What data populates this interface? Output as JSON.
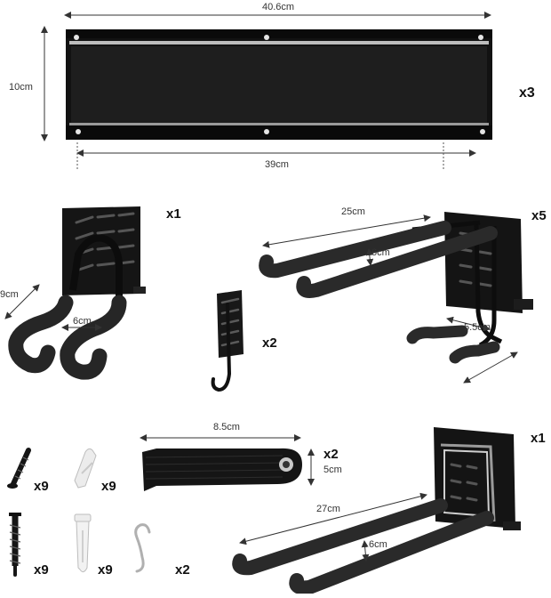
{
  "rail": {
    "width_label": "40.6cm",
    "height_label": "10cm",
    "inner_label": "39cm",
    "qty": "x3"
  },
  "double_hook": {
    "length_label": "9cm",
    "gap_label": "6cm",
    "qty": "x1"
  },
  "small_hook": {
    "qty": "x2"
  },
  "u_hook": {
    "length_label": "25cm",
    "gap_label": "6cm",
    "depth_label": "5.5cm",
    "qty": "x5"
  },
  "strap": {
    "length_label": "8.5cm",
    "width_label": "5cm",
    "qty": "x2"
  },
  "long_hook": {
    "length_label": "27cm",
    "gap_label": "6cm",
    "qty": "x1"
  },
  "hardware": {
    "small_screw_qty": "x9",
    "small_anchor_qty": "x9",
    "big_screw_qty": "x9",
    "big_anchor_qty": "x9",
    "s_hook_qty": "x2"
  },
  "colors": {
    "metal": "#1a1a1a",
    "foam": "#2a2a2a",
    "line": "#333333",
    "anchor": "#e6e6e6",
    "steel": "#b5b5b5"
  }
}
